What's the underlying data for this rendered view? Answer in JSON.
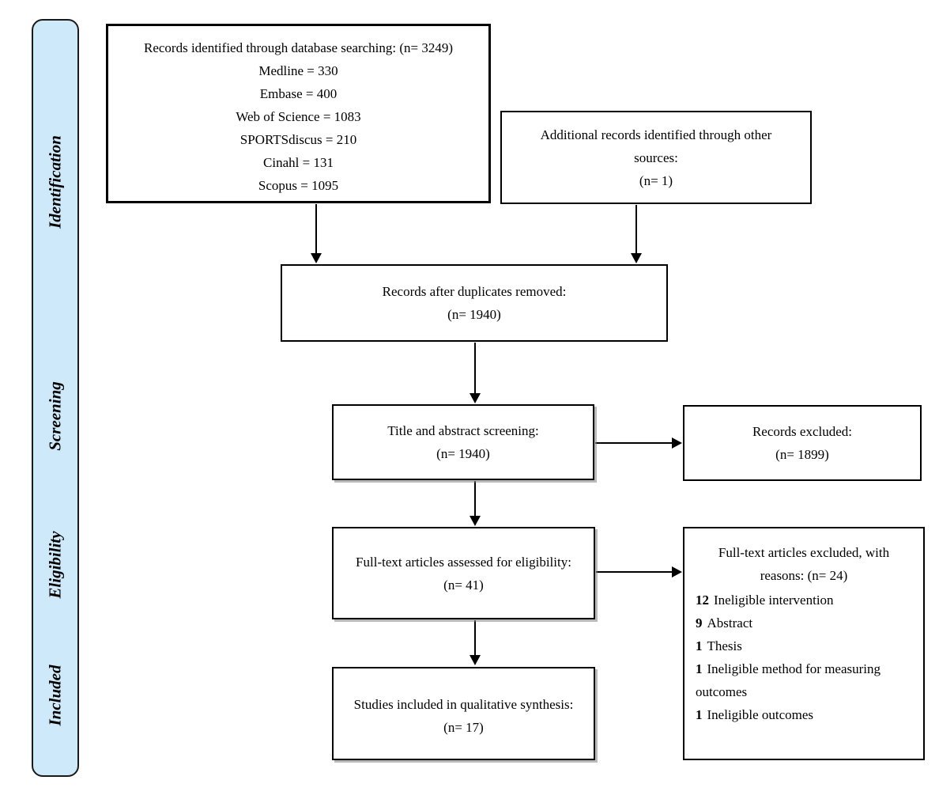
{
  "palette": {
    "stage_fill": "#cee9fa",
    "line_color": "#000000",
    "background": "#ffffff"
  },
  "stages": [
    {
      "label": "Identification"
    },
    {
      "label": "Screening"
    },
    {
      "label": "Eligibility"
    },
    {
      "label": "Included"
    }
  ],
  "boxes": {
    "identified": {
      "title": "Records identified through database searching: (n= 3249)",
      "sources": [
        "Medline = 330",
        "Embase = 400",
        "Web of Science = 1083",
        "SPORTSdiscus = 210",
        "Cinahl = 131",
        "Scopus = 1095"
      ]
    },
    "additional": {
      "text": "Additional records identified through other sources:",
      "count": "(n= 1)"
    },
    "duplicates": {
      "text": "Records after duplicates removed:",
      "count": "(n= 1940)"
    },
    "screening": {
      "text": "Title and abstract screening:",
      "count": "(n= 1940)"
    },
    "excluded": {
      "text": "Records excluded:",
      "count": "(n= 1899)"
    },
    "fulltext": {
      "text": "Full-text articles assessed for eligibility:",
      "count": "(n= 41)"
    },
    "fulltext_excluded": {
      "title": "Full-text articles excluded, with reasons: (n= 24)",
      "reasons": [
        {
          "count": "12",
          "text": "Ineligible intervention"
        },
        {
          "count": "9",
          "text": "Abstract"
        },
        {
          "count": "1",
          "text": "Thesis"
        },
        {
          "count": "1",
          "text": "Ineligible method for measuring outcomes"
        },
        {
          "count": "1",
          "text": "Ineligible outcomes"
        }
      ]
    },
    "included": {
      "text": "Studies included in qualitative synthesis:",
      "count": "(n= 17)"
    }
  }
}
